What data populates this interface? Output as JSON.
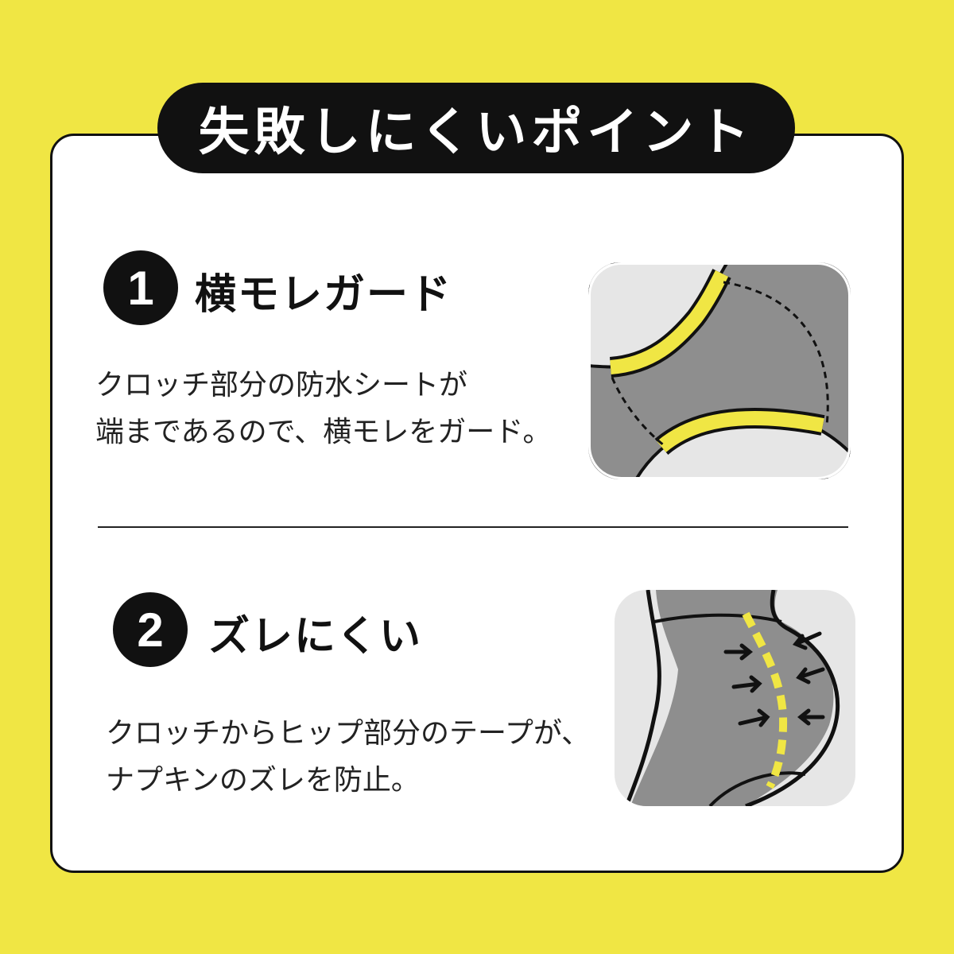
{
  "title": "失敗しにくいポイント",
  "points": [
    {
      "number": "1",
      "heading": "横モレガード",
      "description_lines": [
        "クロッチ部分の防水シートが",
        "端まであるので、横モレをガード。"
      ]
    },
    {
      "number": "2",
      "heading": "ズレにくい",
      "description_lines": [
        "クロッチからヒップ部分のテープが、",
        "ナプキンのズレを防止。"
      ]
    }
  ],
  "colors": {
    "background": "#F0E644",
    "card": "#FFFFFF",
    "ink": "#111111",
    "fabric_gray": "#8E8E8E",
    "light_gray": "#E6E6E6",
    "accent_yellow": "#F0E644"
  }
}
